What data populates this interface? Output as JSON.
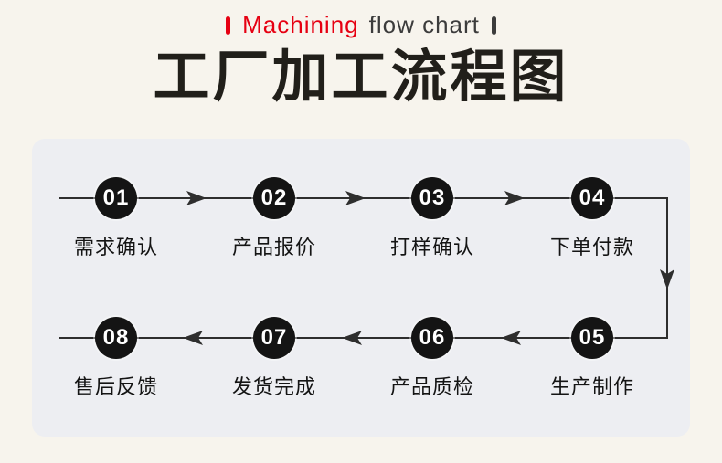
{
  "header": {
    "subtitle_highlight": "Machining",
    "subtitle_rest": "flow chart",
    "title": "工厂加工流程图"
  },
  "colors": {
    "accent_red": "#e60012",
    "ink": "#141414",
    "page_bg": "#f7f4ed",
    "panel_bg": "#edeef2",
    "line": "#2e2e2e"
  },
  "flow": {
    "steps": [
      {
        "number": "01",
        "label": "需求确认"
      },
      {
        "number": "02",
        "label": "产品报价"
      },
      {
        "number": "03",
        "label": "打样确认"
      },
      {
        "number": "04",
        "label": "下单付款"
      },
      {
        "number": "05",
        "label": "生产制作"
      },
      {
        "number": "06",
        "label": "产品质检"
      },
      {
        "number": "07",
        "label": "发货完成"
      },
      {
        "number": "08",
        "label": "售后反馈"
      }
    ]
  }
}
